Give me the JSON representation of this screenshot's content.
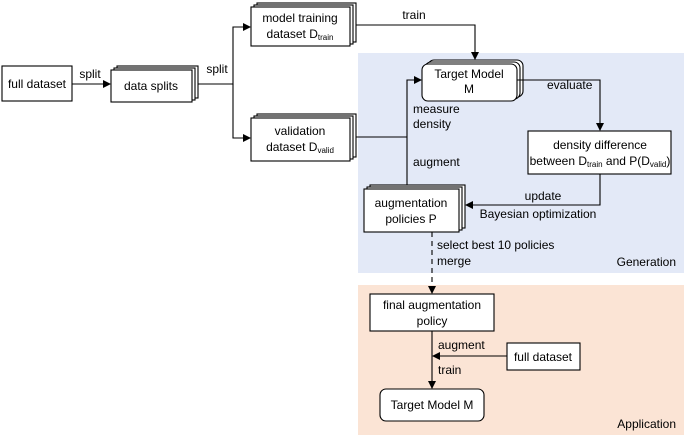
{
  "regions": {
    "generation": "Generation",
    "application": "Application"
  },
  "nodes": {
    "full_dataset_left": "full dataset",
    "data_splits": "data splits",
    "model_training_line1": "model training",
    "model_training_line2": "dataset D",
    "model_training_sub": "train",
    "validation_line1": "validation",
    "validation_line2": "dataset D",
    "validation_sub": "valid",
    "target_model_line1": "Target Model",
    "target_model_line2": "M",
    "density_line1": "density difference",
    "density_line2a": "between D",
    "density_sub1": "train",
    "density_line2b": " and P(D",
    "density_sub2": "valid",
    "density_line2c": ")",
    "aug_policies_line1": "augmentation",
    "aug_policies_line2": "policies P",
    "final_policy_line1": "final augmentation",
    "final_policy_line2": "policy",
    "full_dataset_right": "full dataset",
    "target_model_final": "Target Model M"
  },
  "edge_labels": {
    "split_1": "split",
    "split_2": "split",
    "train_top": "train",
    "evaluate": "evaluate",
    "measure": "measure",
    "density": "density",
    "augment_gen": "augment",
    "update": "update",
    "bayes": "Bayesian optimization",
    "select_best": "select best 10 policies",
    "merge": "merge",
    "augment_app": "augment",
    "train_app": "train"
  },
  "colors": {
    "generation_bg": "#e3e9f7",
    "application_bg": "#fbe4d5"
  }
}
